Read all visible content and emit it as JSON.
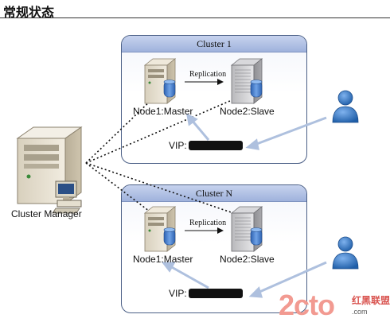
{
  "page": {
    "title": "常规状态"
  },
  "clusters": [
    {
      "title": "Cluster 1",
      "master_label": "Node1:Master",
      "slave_label": "Node2:Slave",
      "replication_label": "Replication",
      "vip_label": "VIP:"
    },
    {
      "title": "Cluster N",
      "master_label": "Node1:Master",
      "slave_label": "Node2:Slave",
      "replication_label": "Replication",
      "vip_label": "VIP:"
    }
  ],
  "manager": {
    "label": "Cluster Manager"
  },
  "watermark": {
    "logo": "2cto",
    "brand": "红黑联盟",
    "url": ".com"
  },
  "colors": {
    "cluster_border": "#4b5f86",
    "header_fill": "#b3c3e6",
    "client_arrow": "#aec0de",
    "user_icon": "#2e6fbf"
  }
}
